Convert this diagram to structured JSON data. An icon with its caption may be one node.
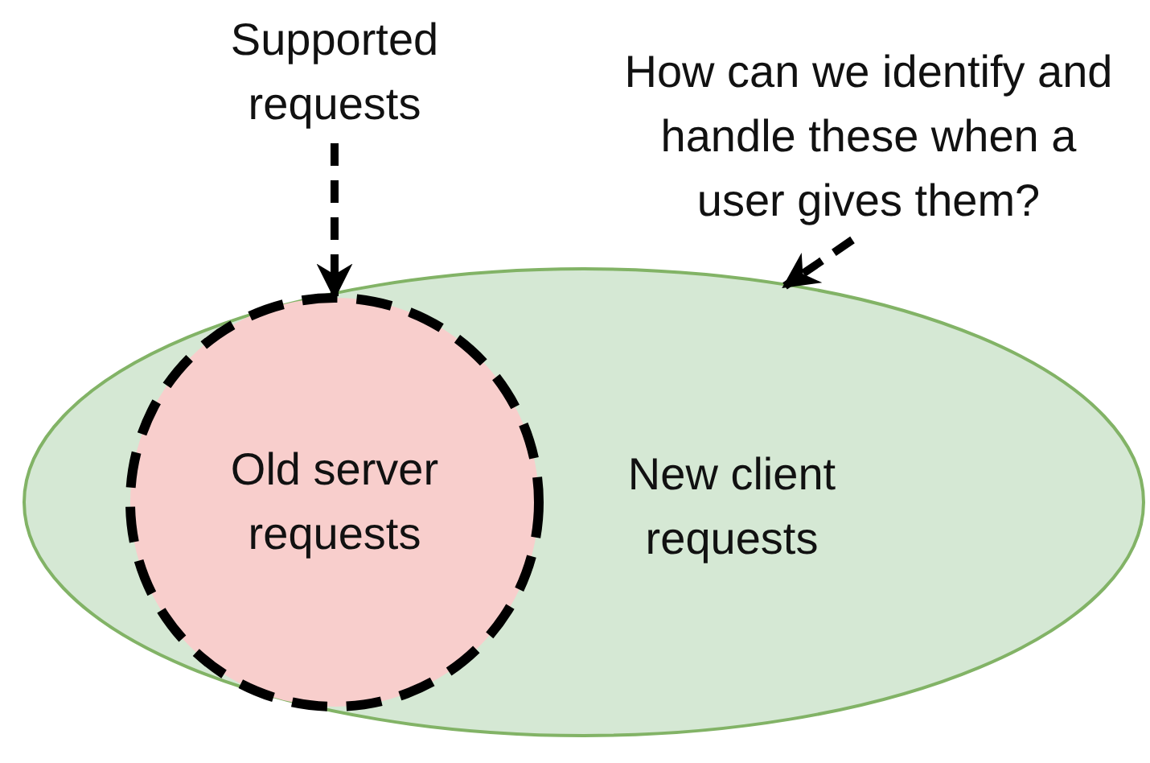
{
  "diagram": {
    "nodes": [
      {
        "text": [
          "New client requests"
        ]
      },
      {
        "text": [
          "Old server requests"
        ],
        "in": 0
      },
      {
        "text": [
          "Supported requests"
        ]
      },
      {
        "text": [
          "How can we identify and handle these when a user gives them?"
        ]
      }
    ],
    "edges": [
      {
        "from": 2,
        "to": 1,
        "arrow": "to",
        "style": "dashed"
      },
      {
        "from": 3,
        "to": 0,
        "arrow": "to",
        "style": "dashed"
      }
    ]
  }
}
